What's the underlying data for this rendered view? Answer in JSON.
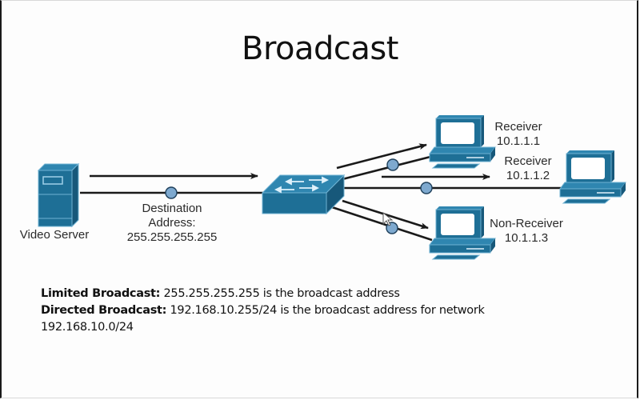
{
  "slide": {
    "title": "Broadcast"
  },
  "diagram": {
    "source": {
      "label": "Video Server",
      "icon": "server-icon"
    },
    "packet_label": {
      "line1": "Destination",
      "line2": "Address:",
      "line3": "255.255.255.255"
    },
    "switch": {
      "icon": "switch-icon"
    },
    "hosts": [
      {
        "role": "Receiver",
        "ip": "10.1.1.1",
        "icon": "workstation-icon"
      },
      {
        "role": "Receiver",
        "ip": "10.1.1.2",
        "icon": "workstation-icon"
      },
      {
        "role": "Non-Receiver",
        "ip": "10.1.1.3",
        "icon": "workstation-icon"
      }
    ],
    "colors": {
      "device_fill": "#1e6f96",
      "device_light": "#2f86b0",
      "device_edge": "#6fb2d3",
      "packet_dot": "#7ea9cf",
      "line": "#1a1a1a"
    }
  },
  "notes": [
    {
      "term": "Limited Broadcast:",
      "text": " 255.255.255.255 is the broadcast address"
    },
    {
      "term": "Directed Broadcast:",
      "text": " 192.168.10.255/24 is the broadcast address for network 192.168.10.0/24"
    }
  ]
}
